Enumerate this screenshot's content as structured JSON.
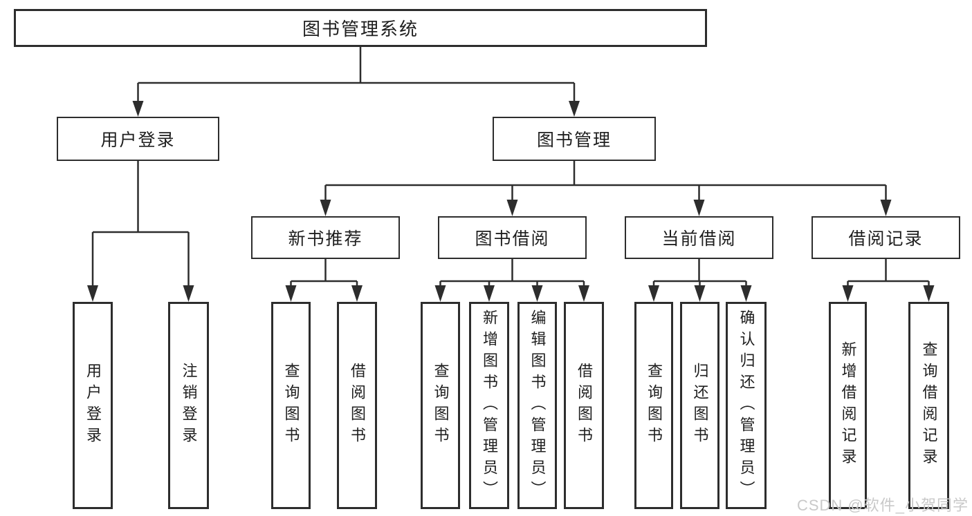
{
  "tree": {
    "root": {
      "label": "图书管理系统"
    },
    "level2": [
      {
        "label": "用户登录"
      },
      {
        "label": "图书管理"
      }
    ],
    "level3": [
      {
        "label": "新书推荐"
      },
      {
        "label": "图书借阅"
      },
      {
        "label": "当前借阅"
      },
      {
        "label": "借阅记录"
      }
    ],
    "leaves": {
      "user_login": [
        {
          "label": "用户登录"
        },
        {
          "label": "注销登录"
        }
      ],
      "new_book": [
        {
          "label": "查询图书"
        },
        {
          "label": "借阅图书"
        }
      ],
      "book_borrow": [
        {
          "label": "查询图书"
        },
        {
          "label": "新增图书（管理员）"
        },
        {
          "label": "编辑图书（管理员）"
        },
        {
          "label": "借阅图书"
        }
      ],
      "current_borrow": [
        {
          "label": "查询图书"
        },
        {
          "label": "归还图书"
        },
        {
          "label": "确认归还（管理员）"
        }
      ],
      "borrow_records": [
        {
          "label": "新增借阅记录"
        },
        {
          "label": "查询借阅记录"
        }
      ]
    },
    "watermark": "CSDN @软件_小贺同学",
    "colors": {
      "line": "#2d2d2d",
      "text": "#1e1e1e",
      "watermark": "#c9c9c9",
      "background": "#ffffff"
    }
  }
}
